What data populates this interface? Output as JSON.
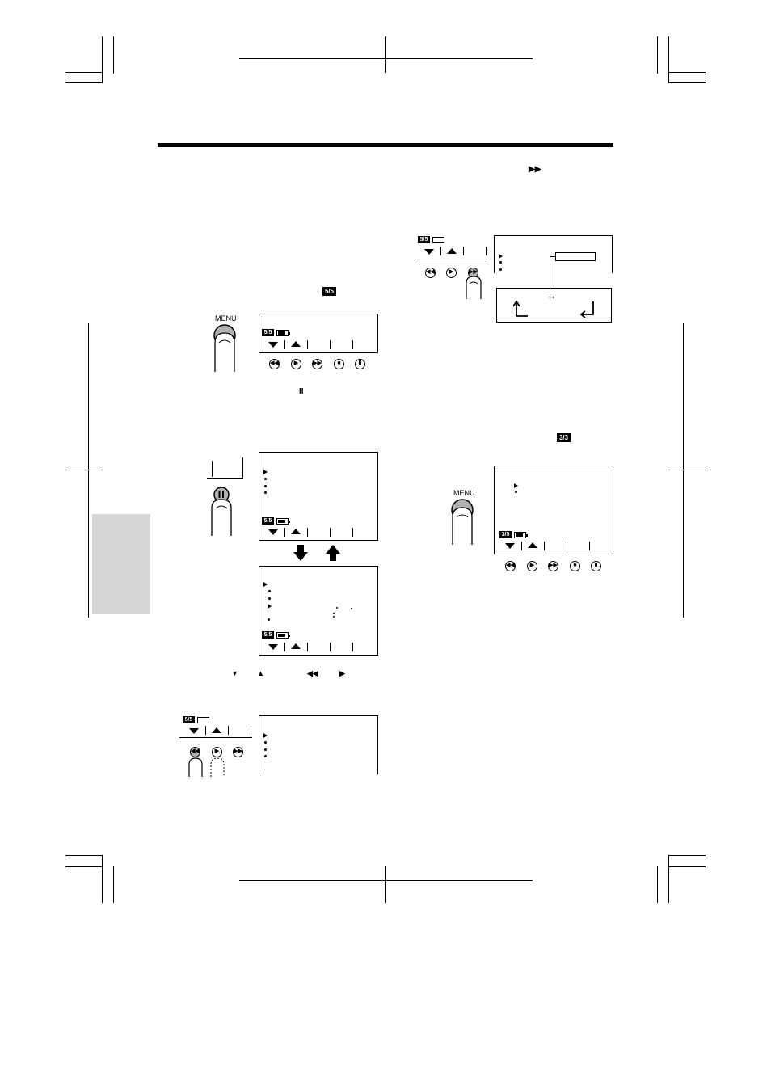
{
  "menu_label": "MENU",
  "page_icon_a": "5/5",
  "page_icon_b": "3/3",
  "page_icon_c": "3/5",
  "pause_symbol": "II",
  "ff_symbol": "▶▶",
  "playback_buttons": [
    "◀◀",
    "▶",
    "▶▶",
    "■",
    "II"
  ],
  "inline_controls": [
    "▼",
    "▲",
    "◀◀",
    "▶"
  ],
  "arrow_right": "→",
  "icons": [
    "hand-pointer-icon",
    "down-arrow-icon",
    "up-arrow-icon",
    "battery-icon",
    "corner-return-icon",
    "corner-up-icon"
  ],
  "colors": {
    "ink": "#000000",
    "tab_gray": "#d6d6d6",
    "button_gray": "#b0b0b0"
  }
}
